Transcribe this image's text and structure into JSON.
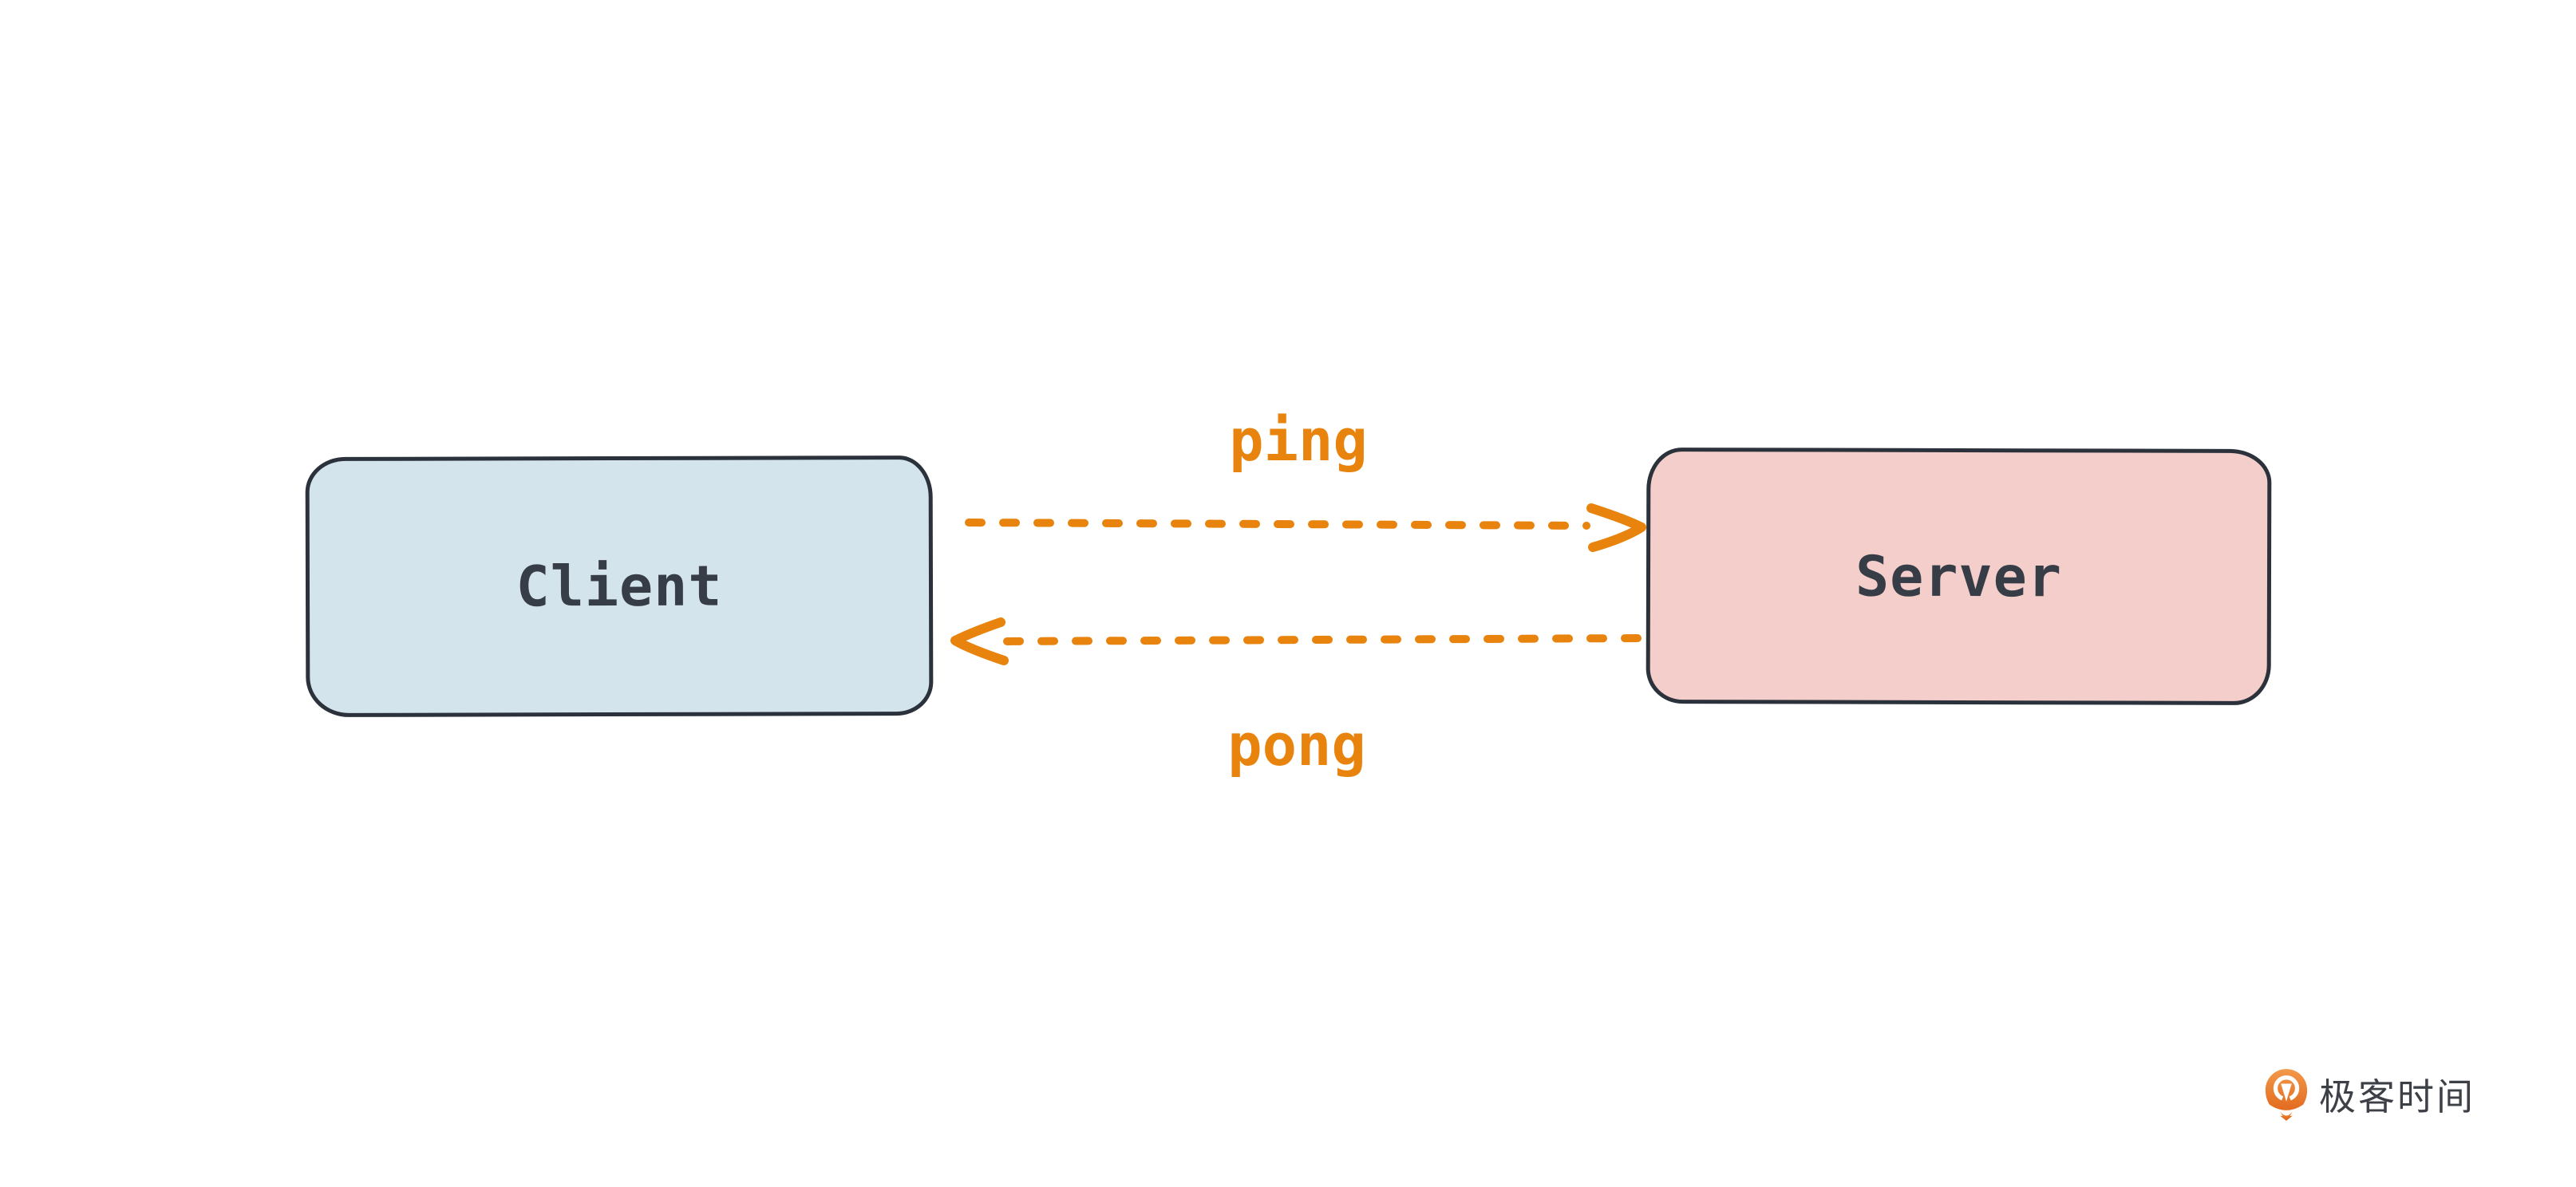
{
  "diagram": {
    "client": {
      "label": "Client",
      "fill_color": "#d4e4ec",
      "border_color": "#2b323b",
      "text_color": "#363d47"
    },
    "server": {
      "label": "Server",
      "fill_color": "#f4ceca",
      "border_color": "#2b323b",
      "text_color": "#363d47"
    },
    "ping": {
      "label": "ping",
      "from": "Client",
      "to": "Server",
      "style": "dashed"
    },
    "pong": {
      "label": "pong",
      "from": "Server",
      "to": "Client",
      "style": "dashed"
    },
    "arrow_color": "#e8830d"
  },
  "branding": {
    "logo_text": "极客时间",
    "logo_icon": "geektime-pin-icon",
    "logo_icon_color_top": "#f2994a",
    "logo_icon_color_bottom": "#df5f14",
    "logo_text_color": "#3d4147"
  }
}
